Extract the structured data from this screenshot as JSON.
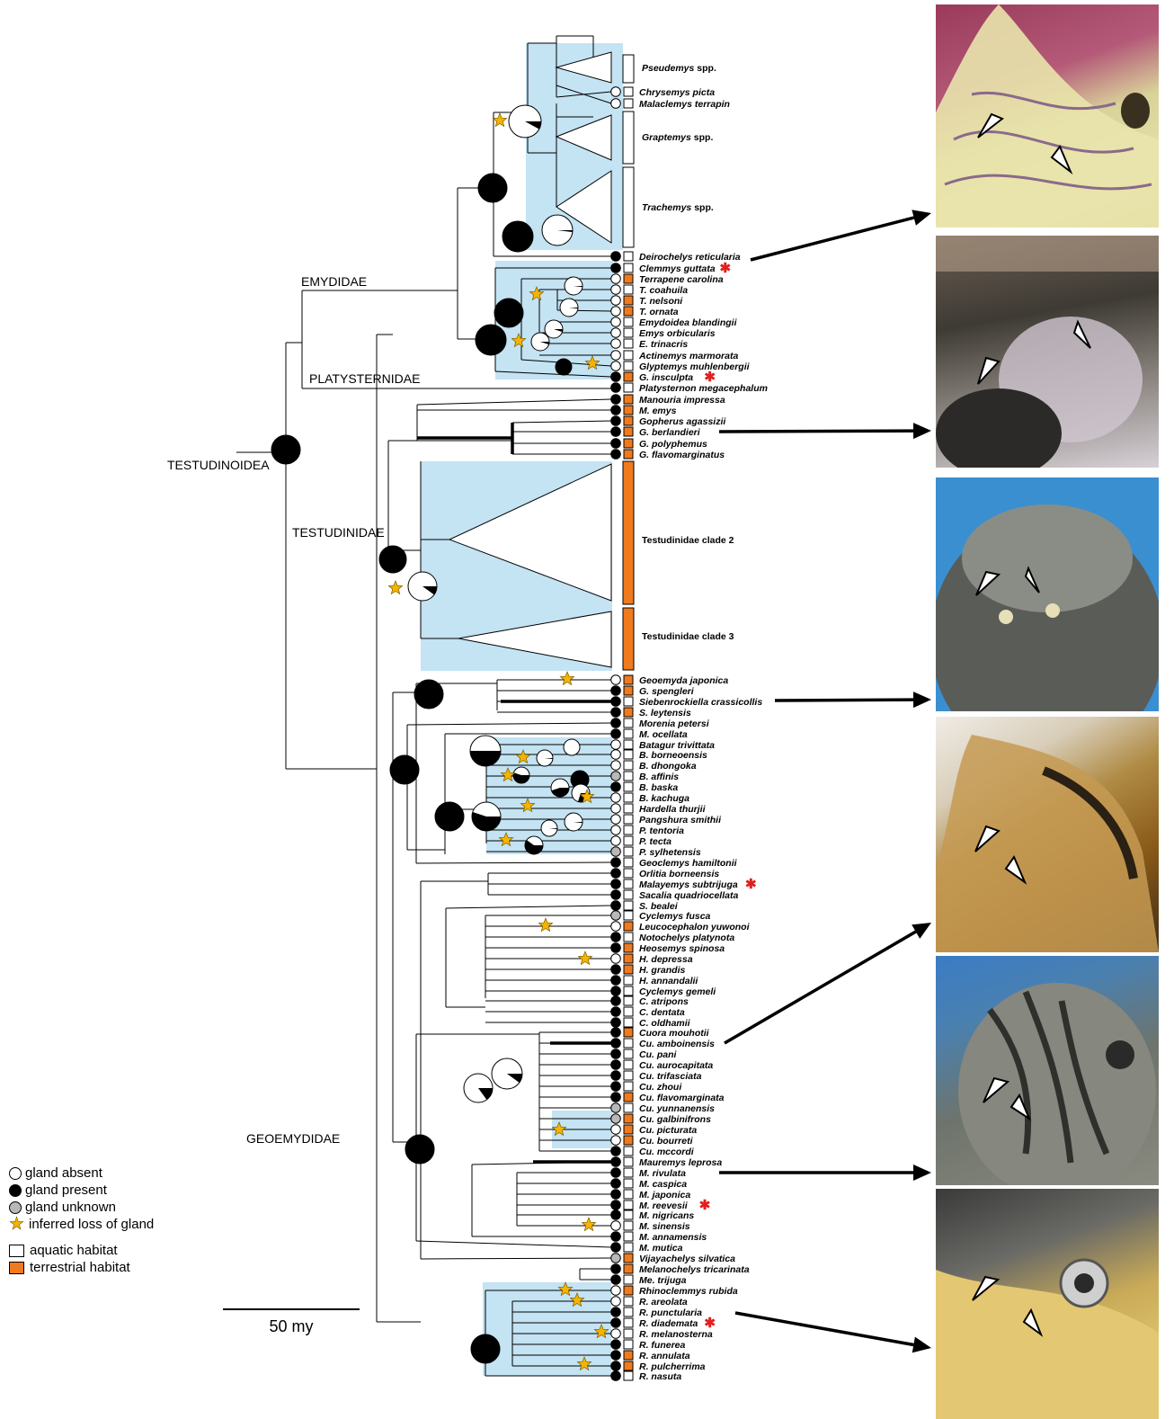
{
  "families": {
    "emydidae": "EMYDIDAE",
    "platysternidae": "PLATYSTERNIDAE",
    "testudinoidea": "TESTUDINOIDEA",
    "testudinidae": "TESTUDINIDAE",
    "geoemydidae": "GEOEMYDIDAE"
  },
  "tips": [
    {
      "name": "Pseudemys spp.",
      "gland": "clade",
      "habitat": "aquatic"
    },
    {
      "name": "Chrysemys picta",
      "gland": "absent",
      "habitat": "aquatic"
    },
    {
      "name": "Malaclemys terrapin",
      "gland": "absent",
      "habitat": "aquatic"
    },
    {
      "name": "Graptemys spp.",
      "gland": "clade",
      "habitat": "aquatic"
    },
    {
      "name": "Trachemys spp.",
      "gland": "clade",
      "habitat": "aquatic"
    },
    {
      "name": "Deirochelys reticularia",
      "gland": "present",
      "habitat": "aquatic"
    },
    {
      "name": "Clemmys guttata",
      "gland": "present",
      "habitat": "aquatic",
      "flag": true
    },
    {
      "name": "Terrapene carolina",
      "gland": "absent",
      "habitat": "terrestrial"
    },
    {
      "name": "T. coahuila",
      "gland": "absent",
      "habitat": "aquatic"
    },
    {
      "name": "T. nelsoni",
      "gland": "absent",
      "habitat": "terrestrial"
    },
    {
      "name": "T. ornata",
      "gland": "absent",
      "habitat": "terrestrial"
    },
    {
      "name": "Emydoidea blandingii",
      "gland": "absent",
      "habitat": "aquatic"
    },
    {
      "name": "Emys orbicularis",
      "gland": "absent",
      "habitat": "aquatic"
    },
    {
      "name": "E. trinacris",
      "gland": "absent",
      "habitat": "aquatic"
    },
    {
      "name": "Actinemys marmorata",
      "gland": "absent",
      "habitat": "aquatic"
    },
    {
      "name": "Glyptemys muhlenbergii",
      "gland": "absent",
      "habitat": "aquatic"
    },
    {
      "name": "G. insculpta",
      "gland": "present",
      "habitat": "terrestrial",
      "flag": true
    },
    {
      "name": "Platysternon megacephalum",
      "gland": "present",
      "habitat": "aquatic"
    },
    {
      "name": "Manouria impressa",
      "gland": "present",
      "habitat": "terrestrial"
    },
    {
      "name": "M. emys",
      "gland": "present",
      "habitat": "terrestrial"
    },
    {
      "name": "Gopherus agassizii",
      "gland": "present",
      "habitat": "terrestrial"
    },
    {
      "name": "G. berlandieri",
      "gland": "present",
      "habitat": "terrestrial"
    },
    {
      "name": "G. polyphemus",
      "gland": "present",
      "habitat": "terrestrial"
    },
    {
      "name": "G. flavomarginatus",
      "gland": "present",
      "habitat": "terrestrial"
    },
    {
      "name": "Testudinidae clade 2",
      "gland": "clade",
      "habitat": "terrestrial"
    },
    {
      "name": "Testudinidae clade 3",
      "gland": "clade",
      "habitat": "terrestrial"
    },
    {
      "name": "Geoemyda japonica",
      "gland": "absent",
      "habitat": "terrestrial"
    },
    {
      "name": "G. spengleri",
      "gland": "present",
      "habitat": "terrestrial"
    },
    {
      "name": "Siebenrockiella crassicollis",
      "gland": "present",
      "habitat": "aquatic"
    },
    {
      "name": "S. leytensis",
      "gland": "present",
      "habitat": "terrestrial"
    },
    {
      "name": "Morenia petersi",
      "gland": "present",
      "habitat": "aquatic"
    },
    {
      "name": "M. ocellata",
      "gland": "present",
      "habitat": "aquatic"
    },
    {
      "name": "Batagur trivittata",
      "gland": "absent",
      "habitat": "aquatic"
    },
    {
      "name": "B. borneoensis",
      "gland": "absent",
      "habitat": "aquatic"
    },
    {
      "name": "B. dhongoka",
      "gland": "absent",
      "habitat": "aquatic"
    },
    {
      "name": "B. affinis",
      "gland": "unknown",
      "habitat": "aquatic"
    },
    {
      "name": "B. baska",
      "gland": "present",
      "habitat": "aquatic"
    },
    {
      "name": "B. kachuga",
      "gland": "absent",
      "habitat": "aquatic"
    },
    {
      "name": "Hardella thurjii",
      "gland": "absent",
      "habitat": "aquatic"
    },
    {
      "name": "Pangshura smithii",
      "gland": "absent",
      "habitat": "aquatic"
    },
    {
      "name": "P. tentoria",
      "gland": "absent",
      "habitat": "aquatic"
    },
    {
      "name": "P. tecta",
      "gland": "absent",
      "habitat": "aquatic"
    },
    {
      "name": "P. sylhetensis",
      "gland": "unknown",
      "habitat": "aquatic"
    },
    {
      "name": "Geoclemys hamiltonii",
      "gland": "present",
      "habitat": "aquatic"
    },
    {
      "name": "Orlitia borneensis",
      "gland": "present",
      "habitat": "aquatic"
    },
    {
      "name": "Malayemys subtrijuga",
      "gland": "present",
      "habitat": "aquatic",
      "flag": true
    },
    {
      "name": "Sacalia quadriocellata",
      "gland": "present",
      "habitat": "aquatic"
    },
    {
      "name": "S. bealei",
      "gland": "present",
      "habitat": "aquatic"
    },
    {
      "name": "Cyclemys fusca",
      "gland": "unknown",
      "habitat": "aquatic"
    },
    {
      "name": "Leucocephalon yuwonoi",
      "gland": "absent",
      "habitat": "terrestrial"
    },
    {
      "name": "Notochelys platynota",
      "gland": "present",
      "habitat": "aquatic"
    },
    {
      "name": "Heosemys spinosa",
      "gland": "present",
      "habitat": "terrestrial"
    },
    {
      "name": "H. depressa",
      "gland": "absent",
      "habitat": "terrestrial"
    },
    {
      "name": "H. grandis",
      "gland": "present",
      "habitat": "terrestrial"
    },
    {
      "name": "H. annandalii",
      "gland": "present",
      "habitat": "aquatic"
    },
    {
      "name": "Cyclemys gemeli",
      "gland": "present",
      "habitat": "aquatic"
    },
    {
      "name": "C. atripons",
      "gland": "present",
      "habitat": "aquatic"
    },
    {
      "name": "C. dentata",
      "gland": "present",
      "habitat": "aquatic"
    },
    {
      "name": "C. oldhamii",
      "gland": "present",
      "habitat": "aquatic"
    },
    {
      "name": "Cuora mouhotii",
      "gland": "present",
      "habitat": "terrestrial"
    },
    {
      "name": "Cu. amboinensis",
      "gland": "present",
      "habitat": "aquatic"
    },
    {
      "name": "Cu. pani",
      "gland": "present",
      "habitat": "aquatic"
    },
    {
      "name": "Cu. aurocapitata",
      "gland": "present",
      "habitat": "aquatic"
    },
    {
      "name": "Cu. trifasciata",
      "gland": "present",
      "habitat": "aquatic"
    },
    {
      "name": "Cu. zhoui",
      "gland": "present",
      "habitat": "aquatic"
    },
    {
      "name": "Cu. flavomarginata",
      "gland": "present",
      "habitat": "terrestrial"
    },
    {
      "name": "Cu. yunnanensis",
      "gland": "unknown",
      "habitat": "aquatic"
    },
    {
      "name": "Cu. galbinifrons",
      "gland": "unknown",
      "habitat": "terrestrial"
    },
    {
      "name": "Cu. picturata",
      "gland": "absent",
      "habitat": "terrestrial"
    },
    {
      "name": "Cu. bourreti",
      "gland": "absent",
      "habitat": "terrestrial"
    },
    {
      "name": "Cu. mccordi",
      "gland": "present",
      "habitat": "aquatic"
    },
    {
      "name": "Mauremys leprosa",
      "gland": "present",
      "habitat": "aquatic"
    },
    {
      "name": "M. rivulata",
      "gland": "present",
      "habitat": "aquatic"
    },
    {
      "name": "M. caspica",
      "gland": "present",
      "habitat": "aquatic"
    },
    {
      "name": "M. japonica",
      "gland": "present",
      "habitat": "aquatic"
    },
    {
      "name": "M. reevesii",
      "gland": "present",
      "habitat": "aquatic",
      "flag": true
    },
    {
      "name": "M. nigricans",
      "gland": "present",
      "habitat": "aquatic"
    },
    {
      "name": "M. sinensis",
      "gland": "absent",
      "habitat": "aquatic"
    },
    {
      "name": "M. annamensis",
      "gland": "present",
      "habitat": "aquatic"
    },
    {
      "name": "M. mutica",
      "gland": "present",
      "habitat": "aquatic"
    },
    {
      "name": "Vijayachelys silvatica",
      "gland": "unknown",
      "habitat": "terrestrial"
    },
    {
      "name": "Melanochelys tricarinata",
      "gland": "present",
      "habitat": "terrestrial"
    },
    {
      "name": "Me. trijuga",
      "gland": "present",
      "habitat": "aquatic"
    },
    {
      "name": "Rhinoclemmys rubida",
      "gland": "absent",
      "habitat": "terrestrial"
    },
    {
      "name": "R. areolata",
      "gland": "absent",
      "habitat": "aquatic"
    },
    {
      "name": "R. punctularia",
      "gland": "present",
      "habitat": "aquatic"
    },
    {
      "name": "R. diademata",
      "gland": "present",
      "habitat": "aquatic",
      "flag": true
    },
    {
      "name": "R. melanosterna",
      "gland": "absent",
      "habitat": "aquatic"
    },
    {
      "name": "R. funerea",
      "gland": "present",
      "habitat": "aquatic"
    },
    {
      "name": "R. annulata",
      "gland": "present",
      "habitat": "terrestrial"
    },
    {
      "name": "R. pulcherrima",
      "gland": "present",
      "habitat": "terrestrial"
    },
    {
      "name": "R. nasuta",
      "gland": "present",
      "habitat": "aquatic"
    }
  ],
  "legend": {
    "absent": "gland absent",
    "present": "gland present",
    "unknown": "gland unknown",
    "loss": "inferred loss of gland",
    "aquatic": "aquatic habitat",
    "terrestrial": "terrestrial habitat"
  },
  "scale_label": "50 my",
  "colors": {
    "aquatic": "#ffffff",
    "terrestrial": "#f07a1e",
    "clade_shade": "#c4e3f3",
    "star": "#f4b400",
    "flag": "#e02020",
    "unknown": "#b8b8b8"
  },
  "photos": [
    {
      "name": "Deirochelys reticularia chin"
    },
    {
      "name": "Gopherus berlandieri chin"
    },
    {
      "name": "Siebenrockiella crassicollis chin"
    },
    {
      "name": "Cuora amboinensis chin"
    },
    {
      "name": "Mauremys rivulata chin"
    },
    {
      "name": "Rhinoclemmys punctularia chin"
    }
  ]
}
